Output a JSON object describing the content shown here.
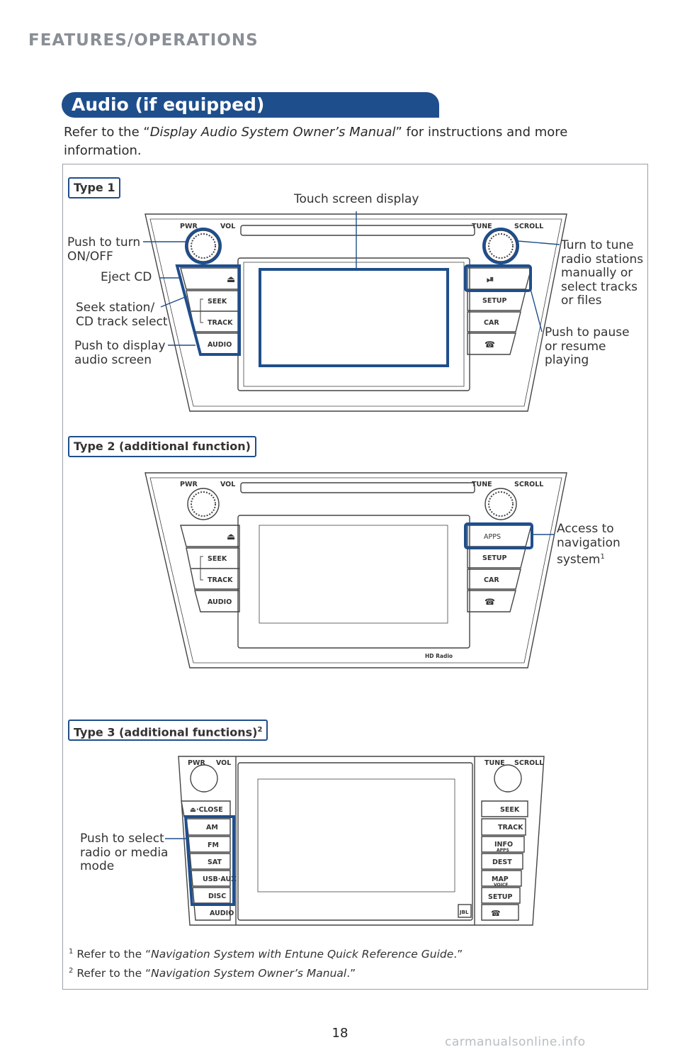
{
  "section_header": "FEATURES/OPERATIONS",
  "banner_title": "Audio (if equipped)",
  "intro": {
    "prefix": "Refer to the “",
    "manual": "Display Audio System Owner’s Manual",
    "suffix": "” for instructions and more information."
  },
  "type1": {
    "tag": "Type 1",
    "labels": {
      "touch_screen": "Touch screen display",
      "power": "Push to turn\nON/OFF",
      "eject": "Eject CD",
      "seek": "Seek station/\nCD track select",
      "display_audio": "Push to display\naudio screen",
      "tune": "Turn to tune\nradio stations\nmanually or\nselect tracks\nor files",
      "pause": "Push to pause\nor resume\nplaying"
    },
    "panel": {
      "pwr": "PWR",
      "vol": "VOL",
      "tune": "TUNE",
      "scroll": "SCROLL",
      "seek": "SEEK",
      "track": "TRACK",
      "audio": "AUDIO",
      "setup": "SETUP",
      "car": "CAR",
      "eject_glyph": "⏏",
      "play_glyph": "⏯",
      "phone_glyph": "☎"
    }
  },
  "type2": {
    "tag": "Type 2 (additional function)",
    "labels": {
      "apps_line1": "Access to",
      "apps_line2": "navigation",
      "apps_line3": "system",
      "apps_sup": "1"
    },
    "panel": {
      "pwr": "PWR",
      "vol": "VOL",
      "tune": "TUNE",
      "scroll": "SCROLL",
      "seek": "SEEK",
      "track": "TRACK",
      "audio": "AUDIO",
      "apps": "APPS",
      "setup": "SETUP",
      "car": "CAR",
      "eject_glyph": "⏏",
      "phone_glyph": "☎",
      "radio_logo": "HD Radio"
    }
  },
  "type3": {
    "tag": "Type 3 (additional functions)",
    "tag_sup": "2",
    "labels": {
      "select_mode": "Push to select\nradio or media\nmode"
    },
    "panel": {
      "pwr": "PWR",
      "vol": "VOL",
      "tune": "TUNE",
      "scroll": "SCROLL",
      "close": "⏏·CLOSE",
      "am": "AM",
      "fm": "FM",
      "sat": "SAT",
      "usb_aux": "USB·AUX",
      "disc": "DISC",
      "audio": "AUDIO",
      "seek": "SEEK",
      "track": "TRACK",
      "info": "INFO",
      "apps": "APPS",
      "dest": "DEST",
      "map": "MAP",
      "voice": "VOICE",
      "setup": "SETUP",
      "jbl": "JBL",
      "phone_glyph": "☎"
    }
  },
  "footnotes": {
    "n1_num": "1",
    "n1_prefix": "Refer to the “",
    "n1_title": "Navigation System with Entune Quick Reference Guide",
    "n1_suffix": ".”",
    "n2_num": "2",
    "n2_prefix": "Refer to the “",
    "n2_title": "Navigation System Owner’s Manual",
    "n2_suffix": ".”"
  },
  "page_number": "18",
  "watermark": "carmanualsonline.info",
  "colors": {
    "accent_blue": "#1f4e8c",
    "header_gray": "#8a8f96",
    "panel_line": "#444444"
  }
}
